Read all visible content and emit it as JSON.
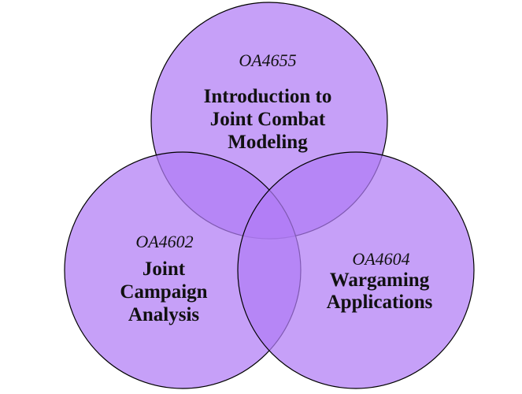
{
  "diagram": {
    "colors": {
      "circle_fill": "#b07cf5",
      "outline": "#000000",
      "text": "#111111"
    },
    "courses": [
      {
        "code": "OA4655",
        "title_lines": [
          "Introduction to",
          "Joint Combat",
          "Modeling"
        ]
      },
      {
        "code": "OA4602",
        "title_lines": [
          "Joint",
          "Campaign",
          "Analysis"
        ]
      },
      {
        "code": "OA4604",
        "title_lines": [
          "Wargaming",
          "Applications"
        ]
      }
    ]
  }
}
